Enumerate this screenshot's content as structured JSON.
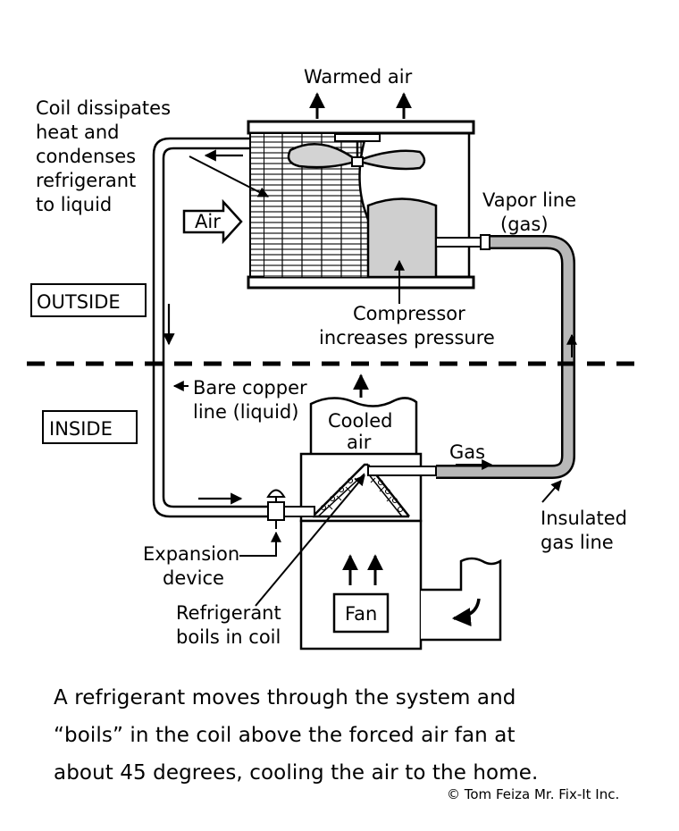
{
  "labels": {
    "warmed_air": "Warmed air",
    "coil_note": [
      "Coil dissipates",
      "heat and",
      "condenses",
      "refrigerant",
      "to liquid"
    ],
    "air": "Air",
    "vapor_line": [
      "Vapor line",
      "(gas)"
    ],
    "outside": "OUTSIDE",
    "inside": "INSIDE",
    "compressor": [
      "Compressor",
      "increases pressure"
    ],
    "bare_copper": [
      "Bare copper",
      "line (liquid)"
    ],
    "cooled_air": [
      "Cooled",
      "air"
    ],
    "gas": "Gas",
    "insulated_line": [
      "Insulated",
      "gas line"
    ],
    "expansion": [
      "Expansion",
      "device"
    ],
    "refrigerant_boils": [
      "Refrigerant",
      "boils in coil"
    ],
    "fan": "Fan"
  },
  "caption": [
    "A refrigerant moves through the system and",
    "“boils” in the coil above the forced air fan at",
    "about 45 degrees, cooling the air to the home."
  ],
  "credit": "© Tom Feiza Mr. Fix-It Inc."
}
